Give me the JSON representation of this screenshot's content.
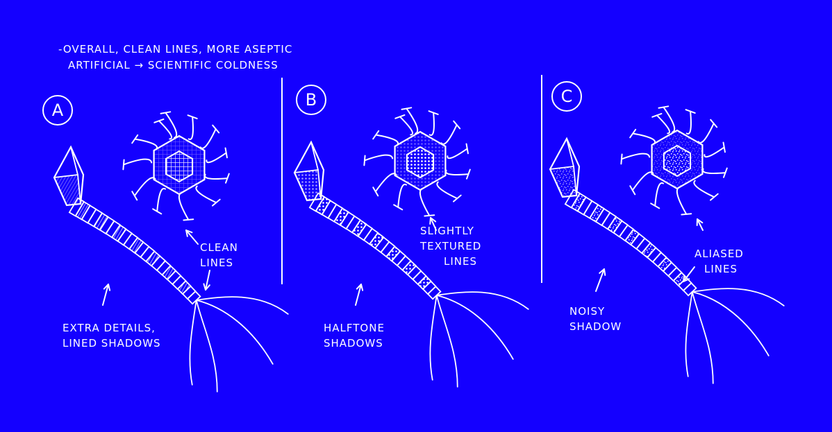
{
  "notes": {
    "line1": "-overall, clean lines, more aseptic",
    "line2": "artificial → scientific coldness"
  },
  "panels": [
    {
      "id": "A",
      "labels": [
        {
          "lines": [
            "clean",
            "lines"
          ]
        },
        {
          "lines": [
            "extra details,",
            "lined shadows"
          ]
        }
      ]
    },
    {
      "id": "B",
      "labels": [
        {
          "lines": [
            "slightly",
            "textured",
            "lines"
          ]
        },
        {
          "lines": [
            "halftone",
            "shadows"
          ]
        }
      ]
    },
    {
      "id": "C",
      "labels": [
        {
          "lines": [
            "aliased",
            "lines"
          ]
        },
        {
          "lines": [
            "noisy",
            "shadow"
          ]
        }
      ]
    }
  ],
  "colors": {
    "background": "#1400ff",
    "ink": "#ffffff"
  }
}
